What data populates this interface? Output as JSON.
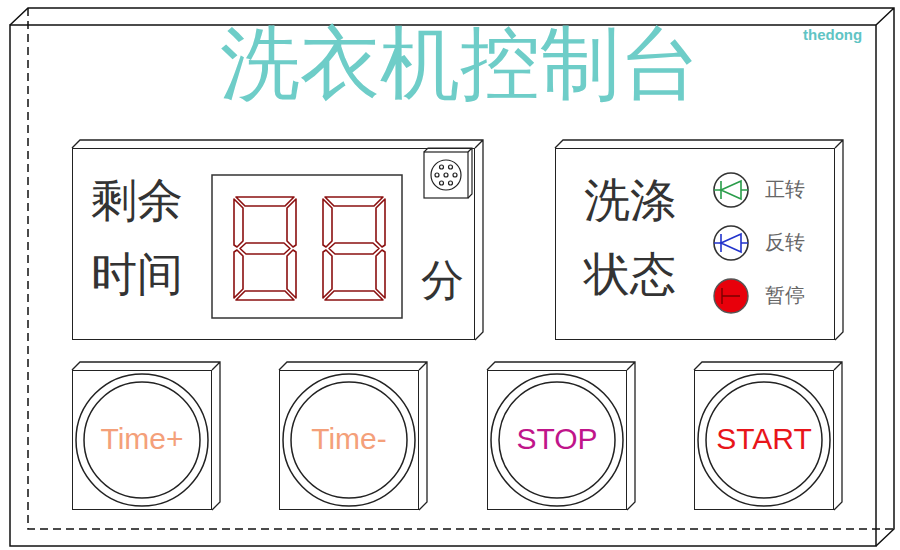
{
  "diagram": {
    "title": "洗衣机控制台",
    "nodes": [
      {
        "text": [
          "剩余 时间",
          "分"
        ]
      },
      {
        "text": [
          "洗涤 状态"
        ]
      },
      {
        "text": [
          "Time+"
        ]
      },
      {
        "text": [
          "Time-"
        ]
      },
      {
        "text": [
          "STOP"
        ]
      },
      {
        "text": [
          "START"
        ]
      }
    ],
    "labels": [
      "thedong",
      "正转",
      "反转",
      "暂停"
    ]
  }
}
